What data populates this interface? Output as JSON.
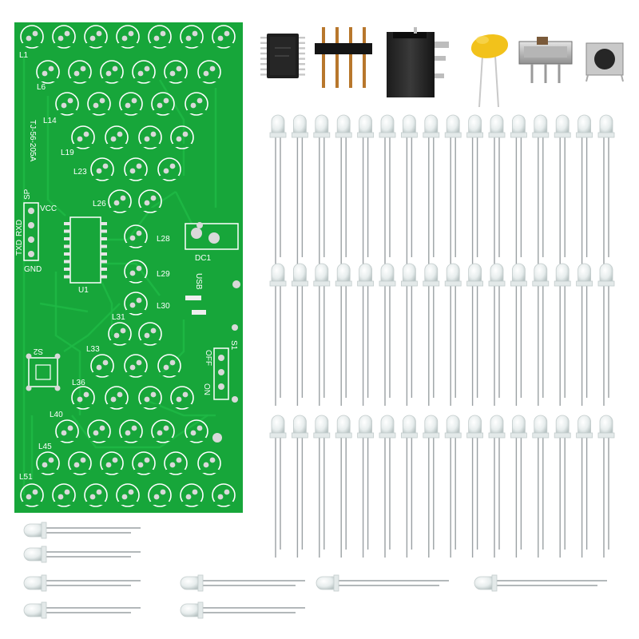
{
  "colors": {
    "pcb_green": "#17a63a",
    "pcb_dark": "#0f8a2c",
    "trace": "#1fb845",
    "pad": "#d9d9d9",
    "silkscreen": "#ffffff",
    "capacitor": "#f2c21b",
    "led_body": "#eef2f2",
    "led_leg": "#9aa0a3"
  },
  "board": {
    "model": "TJ-56-205A",
    "labels": [
      "L1",
      "L6",
      "L14",
      "L19",
      "L23",
      "L26",
      "L28",
      "L29",
      "L30",
      "L31",
      "L33",
      "L36",
      "L40",
      "L45",
      "L51"
    ],
    "ic_label": "U1",
    "header_labels": [
      "SP",
      "VCC",
      "RXD",
      "TXD",
      "GND"
    ],
    "connector_label": "DC1",
    "usb_label": "USB",
    "switch_label": "S1",
    "switch_on": "ON",
    "switch_off": "OFF",
    "button_label": "S2"
  },
  "components": [
    {
      "name": "ic-chip",
      "icon": "soic-ic-icon"
    },
    {
      "name": "pin-header",
      "icon": "pin-header-icon"
    },
    {
      "name": "dc-jack",
      "icon": "dc-jack-icon"
    },
    {
      "name": "ceramic-capacitor",
      "icon": "capacitor-icon"
    },
    {
      "name": "slide-switch",
      "icon": "slide-switch-icon"
    },
    {
      "name": "tactile-button",
      "icon": "push-button-icon"
    }
  ]
}
